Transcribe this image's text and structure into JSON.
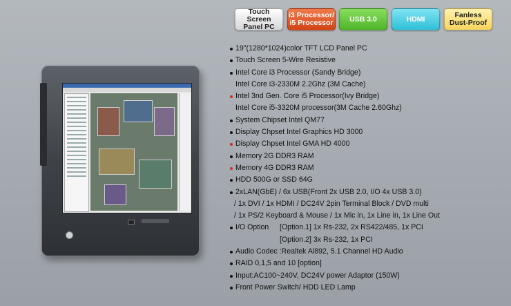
{
  "badges": [
    {
      "line1": "Touch Screen",
      "line2": "Panel PC"
    },
    {
      "line1": "i3 Processor/",
      "line2": "i5 Processor"
    },
    {
      "line1": "USB 3.0",
      "line2": ""
    },
    {
      "line1": "HDMI",
      "line2": ""
    },
    {
      "line1": "Fanless",
      "line2": "Dust-Proof"
    }
  ],
  "specs": {
    "l1": "19\"(1280*1024)color TFT LCD Panel PC",
    "l2": "Touch Screen 5-Wire Resistive",
    "l3": "Intel Core i3 Processor (Sandy Bridge)",
    "l4": "Intel Core i3-2330M 2.2Ghz (3M Cache)",
    "l5": "Intel 3nd Gen. Core i5 Processor(Ivy Bridge)",
    "l6": "Intel Core i5-3320M processor(3M Cache 2.60Ghz)",
    "l7": "System Chipset Intel QM77",
    "l8": "Display Chpset Intel Graphics HD 3000",
    "l9": "Display Chpset Intel GMA HD 4000",
    "l10": "Memory 2G DDR3 RAM",
    "l11": "Memory 4G DDR3 RAM",
    "l12": "HDD 500G or SSD 64G",
    "l13": "2xLAN(GbE) / 6x USB(Front 2x USB 2.0, I/O 4x USB 3.0)",
    "l14": "/ 1x DVI / 1x HDMI / DC24V 2pin Terminal Block / DVD multi",
    "l15": "/ 1x PS/2 Keyboard & Mouse / 1x Mic in, 1x Line in, 1x Line Out",
    "l16_label": "I/O Option",
    "l16_value": "[Option.1] 1x Rs-232, 2x RS422/485, 1x PCI",
    "l17_value": "[Option.2] 3x Rs-232, 1x PCI",
    "l18": "Audio Codec :Realtek Al892, 5.1 Channel HD Audio",
    "l19": "RAID 0,1,5 and 10 [option]",
    "l20": "Input:AC100~240V, DC24V power Adaptor (150W)",
    "l21": "Front Power Switch/ HDD LED Lamp"
  },
  "colors": {
    "bullet": "#111111",
    "bullet_highlight": "#d92c1c"
  }
}
